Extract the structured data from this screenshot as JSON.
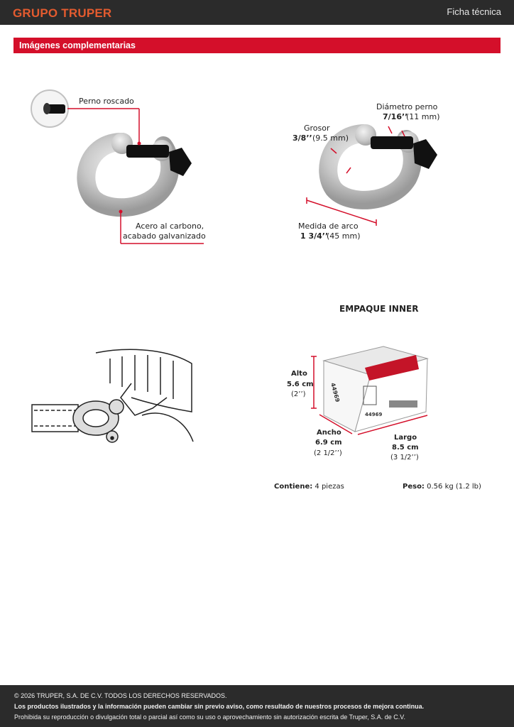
{
  "header": {
    "brand_part1": "GRUPO",
    "brand_part2": "TRUPER",
    "doc_type": "Ficha técnica"
  },
  "section": {
    "title": "Imágenes complementarias"
  },
  "callouts": {
    "perno": "Perno roscado",
    "material_line1": "Acero al carbono,",
    "material_line2": "acabado galvanizado",
    "diametro_label": "Diámetro perno",
    "diametro_value": "7/16’’",
    "diametro_mm": "(11 mm)",
    "grosor_label": "Grosor",
    "grosor_value": "3/8’’",
    "grosor_mm": "(9.5 mm)",
    "arco_label": "Medida de arco",
    "arco_value": "1 3/4’’",
    "arco_mm": "(45 mm)"
  },
  "package": {
    "title": "EMPAQUE INNER",
    "alto_label": "Alto",
    "alto_cm": "5.6 cm",
    "alto_in": "(2’’)",
    "ancho_label": "Ancho",
    "ancho_cm": "6.9 cm",
    "ancho_in": "(2 1/2’’)",
    "largo_label": "Largo",
    "largo_cm": "8.5 cm",
    "largo_in": "(3 1/2’’)",
    "box_code": "44969",
    "contiene_label": "Contiene:",
    "contiene_value": "4 piezas",
    "peso_label": "Peso:",
    "peso_value": "0.56 kg (1.2 lb)"
  },
  "footer": {
    "line1": "© 2026 TRUPER, S.A. DE C.V. TODOS LOS DERECHOS RESERVADOS.",
    "line2": "Los productos ilustrados y la información pueden cambiar sin previo aviso, como resultado de nuestros procesos de mejora continua.",
    "line3": "Prohibida su reproducción o divulgación total o parcial así como su uso o aprovechamiento sin autorización escrita de Truper, S.A. de C.V."
  },
  "colors": {
    "accent": "#d40f2a",
    "brand": "#e35b2f",
    "dark": "#2b2b2b"
  }
}
